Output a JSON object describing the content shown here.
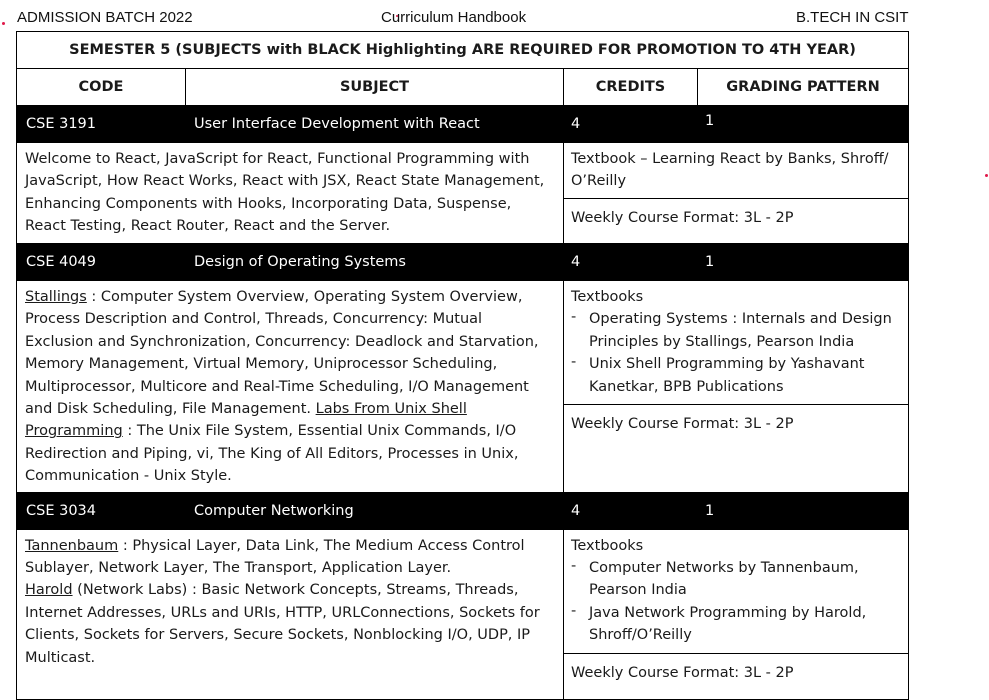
{
  "header": {
    "left": "ADMISSION BATCH 2022",
    "center": "Curriculum Handbook",
    "right": "B.TECH IN CSIT"
  },
  "semester_title": "SEMESTER 5 (SUBJECTS with BLACK Highlighting ARE REQUIRED FOR PROMOTION TO 4TH YEAR)",
  "columns": {
    "code": "CODE",
    "subject": "SUBJECT",
    "credits": "CREDITS",
    "grading": "GRADING PATTERN"
  },
  "subjects": [
    {
      "code": "CSE 3191",
      "name": "User Interface Development with React",
      "credits": "4",
      "grading": "1",
      "syllabus": "Welcome to React, JavaScript for React, Functional Programming with JavaScript, How React Works, React with JSX, React State Management, Enhancing Components with Hooks, Incorporating Data, Suspense, React Testing, React Router, React and the Server.",
      "textbook": "Textbook – Learning React by Banks, Shroff/ O’Reilly",
      "format": "Weekly Course Format: 3L - 2P"
    },
    {
      "code": "CSE 4049",
      "name": "Design of Operating Systems",
      "credits": "4",
      "grading": "1",
      "syllabus_ref1": "Stallings",
      "syllabus_part1": " : Computer System Overview, Operating System Overview, Process Description and Control, Threads, Concurrency: Mutual Exclusion and Synchronization, Concurrency: Deadlock and Starvation, Memory Management, Virtual Memory, Uniprocessor Scheduling, Multiprocessor, Multicore and Real-Time Scheduling, I/O Management and Disk Scheduling, File Management. ",
      "syllabus_ref2": "Labs From Unix Shell Programming",
      "syllabus_part2": " : The Unix File System, Essential Unix Commands, I/O Redirection and Piping, vi, The King of All Editors, Processes in Unix, Communication - Unix Style.",
      "textbooks_label": "Textbooks",
      "textbooks": [
        "Operating Systems : Internals and Design Principles by Stallings, Pearson India",
        "Unix Shell Programming by Yashavant Kanetkar, BPB Publications"
      ],
      "format": "Weekly Course Format: 3L - 2P"
    },
    {
      "code": "CSE 3034",
      "name": "Computer Networking",
      "credits": "4",
      "grading": "1",
      "syllabus_ref1": "Tannenbaum",
      "syllabus_part1": " : Physical Layer, Data Link, The Medium Access Control Sublayer, Network Layer, The Transport, Application Layer.",
      "syllabus_ref2": "Harold",
      "syllabus_part2": " (Network Labs) : Basic Network Concepts, Streams, Threads, Internet Addresses, URLs and URIs, HTTP, URLConnections, Sockets for Clients, Sockets for Servers, Secure Sockets, Nonblocking I/O, UDP, IP Multicast.",
      "textbooks_label": "Textbooks",
      "textbooks": [
        "Computer Networks by Tannenbaum, Pearson India",
        "Java Network Programming by Harold, Shroff/O’Reilly"
      ],
      "format": "Weekly Course Format: 3L - 2P"
    }
  ],
  "colors": {
    "highlight_bg": "#000000",
    "highlight_text": "#ffffff",
    "marker_dot": "#e0194a"
  }
}
